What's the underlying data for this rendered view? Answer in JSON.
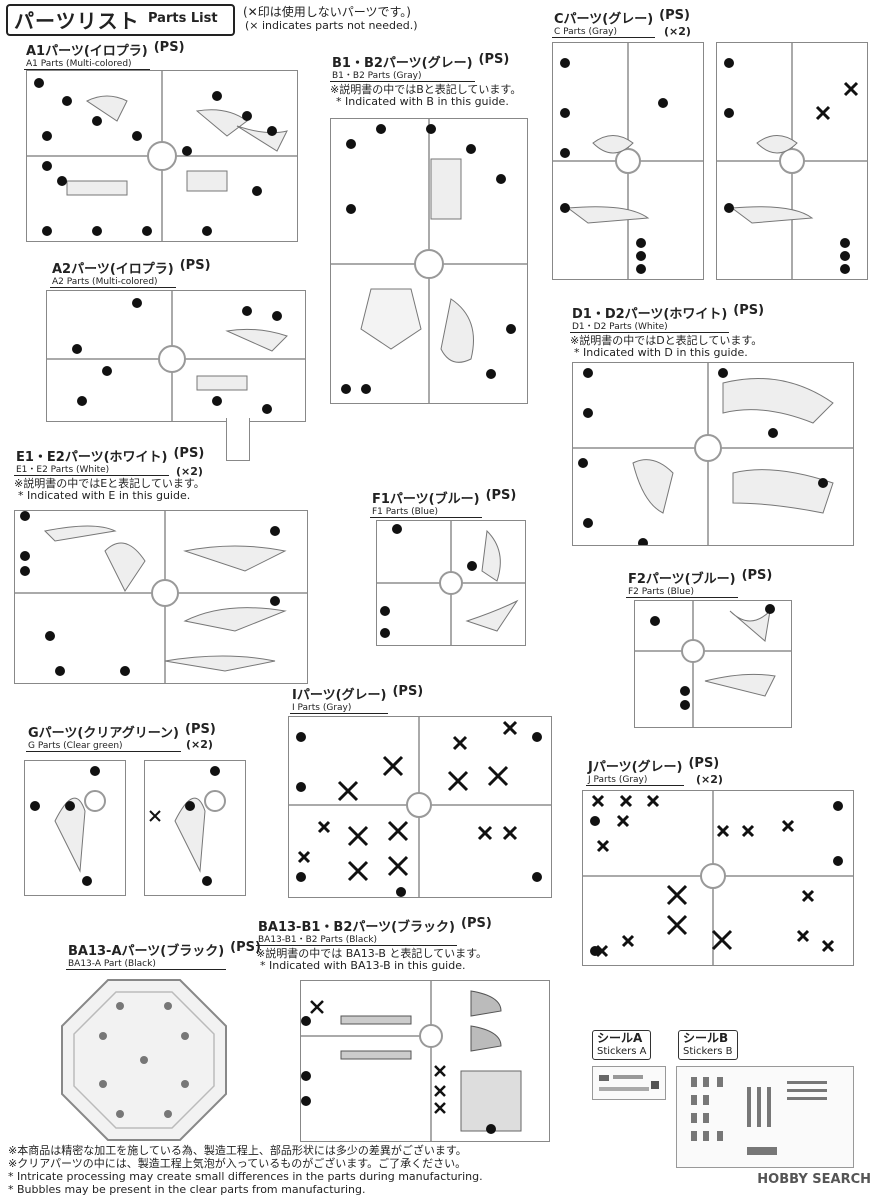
{
  "header": {
    "title_jp": "パーツリスト",
    "title_en": "Parts List",
    "note_jp": "(✕印は使用しないパーツです。)",
    "note_en": "(× indicates parts not needed.)"
  },
  "sections": {
    "a1": {
      "jp": "A1パーツ(イロプラ)",
      "en": "A1 Parts (Multi-colored)",
      "ps": "(PS)"
    },
    "a2": {
      "jp": "A2パーツ(イロプラ)",
      "en": "A2 Parts (Multi-colored)",
      "ps": "(PS)"
    },
    "b": {
      "jp": "B1・B2パーツ(グレー)",
      "en": "B1・B2 Parts (Gray)",
      "ps": "(PS)",
      "note_jp": "※説明書の中ではBと表記しています。",
      "note_en": "* Indicated with B in this guide."
    },
    "c": {
      "jp": "Cパーツ(グレー)",
      "en": "C Parts (Gray)",
      "ps": "(PS)",
      "qty": "(×2)"
    },
    "d": {
      "jp": "D1・D2パーツ(ホワイト)",
      "en": "D1・D2 Parts (White)",
      "ps": "(PS)",
      "note_jp": "※説明書の中ではDと表記しています。",
      "note_en": "* Indicated with D in this guide."
    },
    "e": {
      "jp": "E1・E2パーツ(ホワイト)",
      "en": "E1・E2 Parts (White)",
      "ps": "(PS)",
      "qty": "(×2)",
      "note_jp": "※説明書の中ではEと表記しています。",
      "note_en": "* Indicated with E in this guide."
    },
    "f1": {
      "jp": "F1パーツ(ブルー)",
      "en": "F1 Parts (Blue)",
      "ps": "(PS)"
    },
    "f2": {
      "jp": "F2パーツ(ブルー)",
      "en": "F2 Parts (Blue)",
      "ps": "(PS)"
    },
    "g": {
      "jp": "Gパーツ(クリアグリーン)",
      "en": "G Parts (Clear green)",
      "ps": "(PS)",
      "qty": "(×2)"
    },
    "i": {
      "jp": "Iパーツ(グレー)",
      "en": "I Parts (Gray)",
      "ps": "(PS)"
    },
    "j": {
      "jp": "Jパーツ(グレー)",
      "en": "J Parts (Gray)",
      "ps": "(PS)",
      "qty": "(×2)"
    },
    "ba13b": {
      "jp": "BA13-B1・B2パーツ(ブラック)",
      "en": "BA13-B1・B2 Parts (Black)",
      "ps": "(PS)",
      "note_jp": "※説明書の中では BA13-B と表記しています。",
      "note_en": "* Indicated with BA13-B in this guide."
    },
    "ba13a": {
      "jp": "BA13-Aパーツ(ブラック)",
      "en": "BA13-A Part (Black)",
      "ps": "(PS)"
    }
  },
  "stickers": {
    "a_jp": "シールA",
    "a_en": "Stickers A",
    "b_jp": "シールB",
    "b_en": "Stickers B"
  },
  "footer": {
    "line1": "※本商品は精密な加工を施している為、製造工程上、部品形状には多少の差異がございます。",
    "line2": "※クリアパーツの中には、製造工程上気泡が入っているものがございます。ご了承ください。",
    "line3": "* Intricate processing may create small differences in the parts during manufacturing.",
    "line4": "* Bubbles may be present in the clear parts from manufacturing."
  },
  "watermark": "HOBBY SEARCH"
}
